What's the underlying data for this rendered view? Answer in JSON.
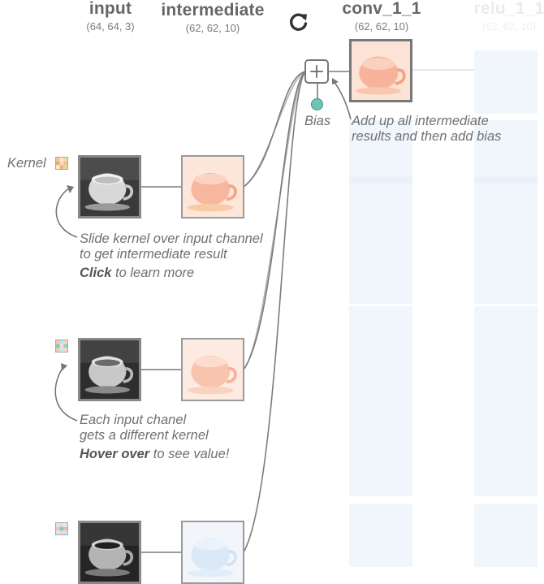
{
  "columns": {
    "input": {
      "name": "input",
      "shape": "(64, 64, 3)"
    },
    "intermediate": {
      "name": "intermediate",
      "shape": "(62, 62, 10)"
    },
    "conv": {
      "name": "conv_1_1",
      "shape": "(62, 62, 10)"
    },
    "relu": {
      "name": "relu_1_1",
      "shape": "(62, 62, 10)"
    }
  },
  "labels": {
    "kernel": "Kernel",
    "bias": "Bias"
  },
  "annotations": {
    "add_line1": "Add up all intermediate",
    "add_line2": "results and then add bias",
    "slide_line1": "Slide kernel over input channel",
    "slide_line2": "to get intermediate result",
    "click_bold": "Click",
    "click_rest": " to learn more",
    "each_line1": "Each input chanel",
    "each_line2": "gets a different kernel",
    "hover_bold": "Hover over",
    "hover_rest": " to see value!"
  },
  "icons": {
    "refresh": "refresh-icon",
    "plus": "plus-icon"
  },
  "colors": {
    "red_channel_tint": "#f7b49a",
    "blue_channel_tint": "#d8e8f8",
    "bias": "#6fc4b8",
    "edge": "#888888"
  }
}
